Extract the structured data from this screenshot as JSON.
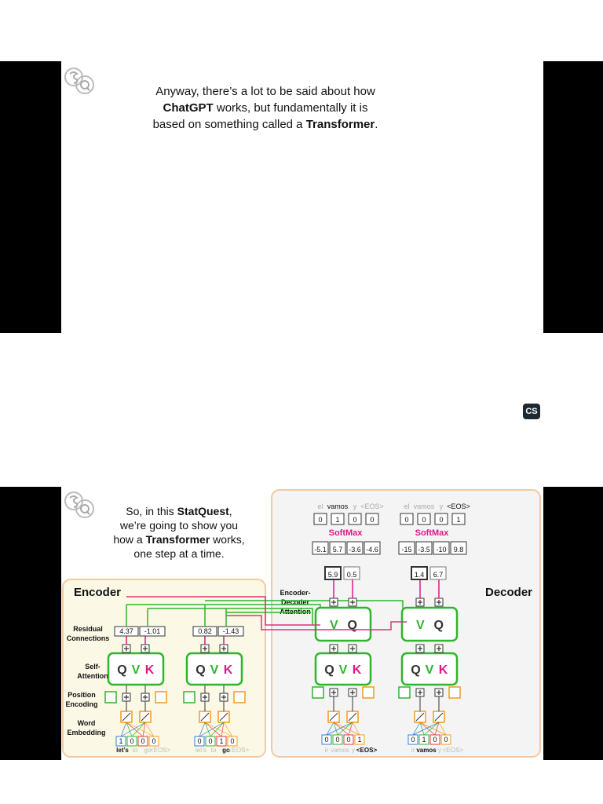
{
  "slide1": {
    "line1": "Anyway, there’s a lot to be said about how",
    "line2_bold": "ChatGPT",
    "line2_rest": " works, but fundamentally it is",
    "line3_start": "based on something called a ",
    "line3_bold": "Transformer",
    "line3_end": "."
  },
  "badge": "CS",
  "slide2": {
    "intro": {
      "l1_start": "So, in this ",
      "l1_bold": "StatQuest",
      "l1_end": ",",
      "l2": "we’re going to show you",
      "l3_start": "how a ",
      "l3_bold": "Transformer",
      "l3_end": " works,",
      "l4": "one step at a time."
    },
    "encoder_title": "Encoder",
    "decoder_title": "Decoder",
    "row_labels": {
      "residual": [
        "Residual",
        "Connections"
      ],
      "self_attention": [
        "Self-",
        "Attention"
      ],
      "position": [
        "Position",
        "Encoding"
      ],
      "word": [
        "Word",
        "Embedding"
      ],
      "enc_dec": [
        "Encoder-",
        "Decoder",
        "Attention"
      ]
    },
    "qkv": {
      "q": "Q",
      "k": "K",
      "v": "V"
    },
    "encoder_columns": [
      {
        "onehot": [
          "1",
          "0",
          "0",
          "0"
        ],
        "vocab": [
          "let’s",
          "to",
          "go",
          "<EOS>"
        ],
        "active": 0,
        "residual": [
          "4.37",
          "-1.01"
        ]
      },
      {
        "onehot": [
          "0",
          "0",
          "1",
          "0"
        ],
        "vocab": [
          "let’s",
          "to",
          "go",
          "<EOS>"
        ],
        "active": 2,
        "residual": [
          "0.82",
          "-1.43"
        ]
      }
    ],
    "decoder_columns": [
      {
        "onehot": [
          "0",
          "0",
          "0",
          "1"
        ],
        "vocab": [
          "ir",
          "vamos",
          "y",
          "<EOS>"
        ],
        "active": 3,
        "outputs": [
          "5.9",
          "0.5"
        ],
        "logits": [
          "-5.1",
          "5.7",
          "-3.6",
          "-4.6"
        ],
        "softmax_label": "SoftMax",
        "probs": [
          "0",
          "1",
          "0",
          "0"
        ],
        "out_vocab": [
          "el",
          "vamos",
          "y",
          "<EOS>"
        ],
        "out_active": 1
      },
      {
        "onehot": [
          "0",
          "1",
          "0",
          "0"
        ],
        "vocab": [
          "ir",
          "vamos",
          "y",
          "<EOS>"
        ],
        "active": 1,
        "outputs": [
          "1.4",
          "6.7"
        ],
        "logits": [
          "-15",
          "-3.5",
          "-10",
          "9.8"
        ],
        "softmax_label": "SoftMax",
        "probs": [
          "0",
          "0",
          "0",
          "1"
        ],
        "out_vocab": [
          "el",
          "vamos",
          "y",
          "<EOS>"
        ],
        "out_active": 3
      }
    ],
    "colors": {
      "green": "#2fb52c",
      "pink": "#e0188a",
      "orange": "#f39a1e",
      "magenta_line": "#e0307a",
      "encoder_bg": "#fbf8e6",
      "decoder_bg": "#f4f4f4",
      "panel_border": "#f5c9a0"
    }
  }
}
